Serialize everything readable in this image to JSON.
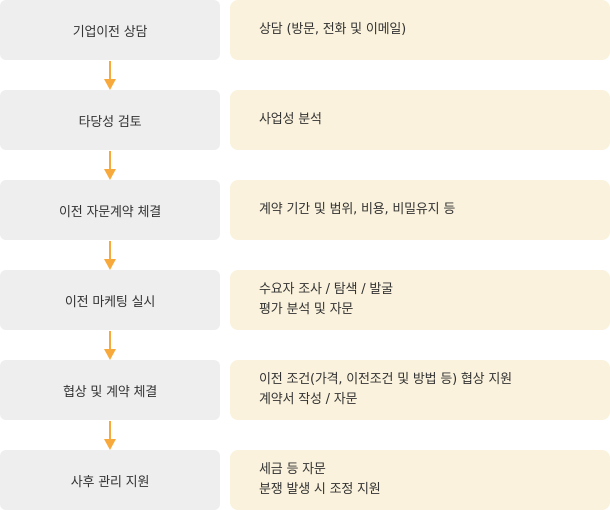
{
  "colors": {
    "step_bg": "#eeeeee",
    "desc_bg": "#faf2dc",
    "arrow": "#f7a93b",
    "text": "#333333"
  },
  "steps": [
    {
      "label": "기업이전 상담",
      "details": [
        "상담 (방문, 전화 및 이메일)"
      ]
    },
    {
      "label": "타당성 검토",
      "details": [
        "사업성 분석"
      ]
    },
    {
      "label": "이전 자문계약 체결",
      "details": [
        "계약 기간 및 범위, 비용, 비밀유지 등"
      ]
    },
    {
      "label": "이전 마케팅 실시",
      "details": [
        "수요자 조사 / 탐색 / 발굴",
        "평가 분석 및 자문"
      ]
    },
    {
      "label": "협상 및 계약 체결",
      "details": [
        "이전 조건(가격, 이전조건 및 방법 등) 협상 지원",
        "계약서 작성 / 자문"
      ]
    },
    {
      "label": "사후 관리 지원",
      "details": [
        "세금 등 자문",
        "분쟁 발생 시 조정 지원"
      ]
    }
  ],
  "connector_icon": "arrow-down-icon"
}
